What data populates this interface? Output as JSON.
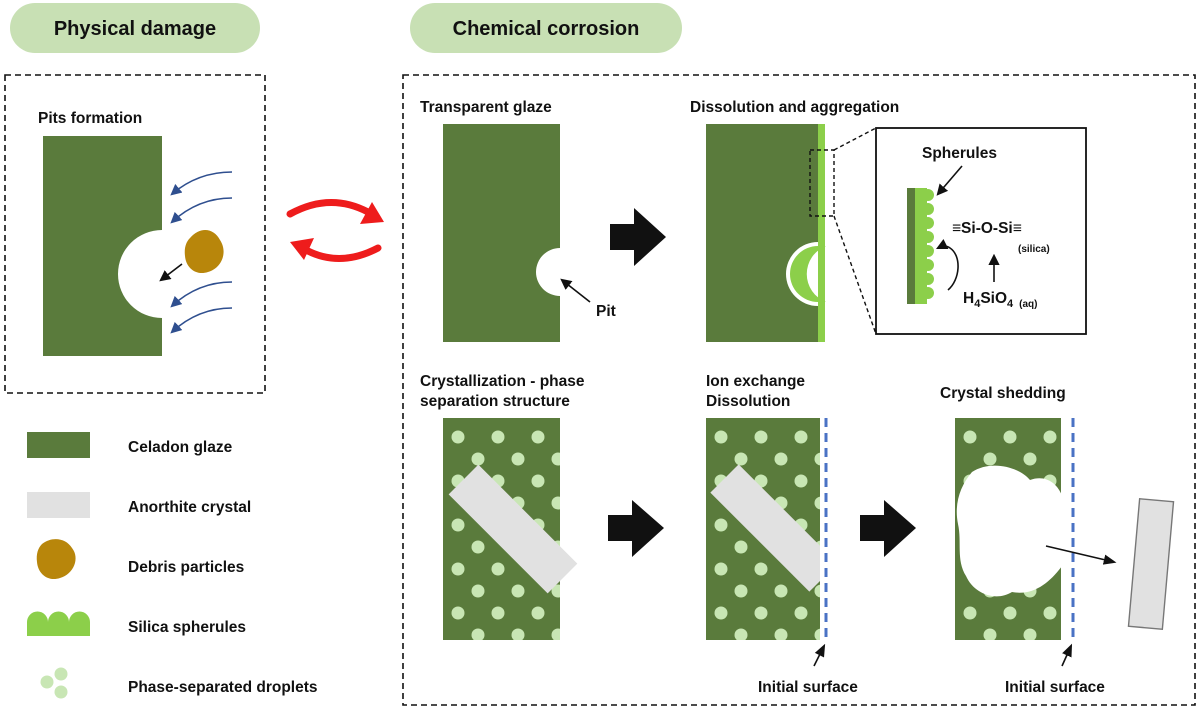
{
  "headers": {
    "physical": "Physical damage",
    "chemical": "Chemical corrosion"
  },
  "panels": {
    "pits_formation": "Pits formation",
    "transparent_glaze": "Transparent glaze",
    "pit": "Pit",
    "dissolution_aggregation": "Dissolution and aggregation",
    "spherules": "Spherules",
    "silica_formula": "≡Si-O-Si≡",
    "silica_note": "(silica)",
    "h4sio4_h": "H",
    "h4sio4_4a": "4",
    "h4sio4_sio": "SiO",
    "h4sio4_4b": "4",
    "h4sio4_aq": "(aq)",
    "crystallization_line1": "Crystallization - phase",
    "crystallization_line2": "separation structure",
    "ion_exchange_line1": "Ion exchange",
    "ion_exchange_line2": "Dissolution",
    "crystal_shedding": "Crystal shedding",
    "initial_surface_1": "Initial surface",
    "initial_surface_2": "Initial surface"
  },
  "legend": [
    {
      "label": "Celadon glaze",
      "icon": "celadon-glaze-swatch"
    },
    {
      "label": "Anorthite crystal",
      "icon": "anorthite-crystal-swatch"
    },
    {
      "label": "Debris particles",
      "icon": "debris-particle-icon"
    },
    {
      "label": "Silica spherules",
      "icon": "silica-spherules-icon"
    },
    {
      "label": "Phase-separated droplets",
      "icon": "droplets-icon"
    }
  ],
  "colors": {
    "glaze": "#5a7b3c",
    "header_bg": "#c8e0b4",
    "crystal": "#e1e1e1",
    "droplet": "#c8e6b4",
    "silica": "#8ccf4a",
    "debris": "#b8860b",
    "flow_arrow": "#2f4f8f",
    "cycle_arrow": "#ee1c1c",
    "surface_line": "#4a72c4"
  }
}
